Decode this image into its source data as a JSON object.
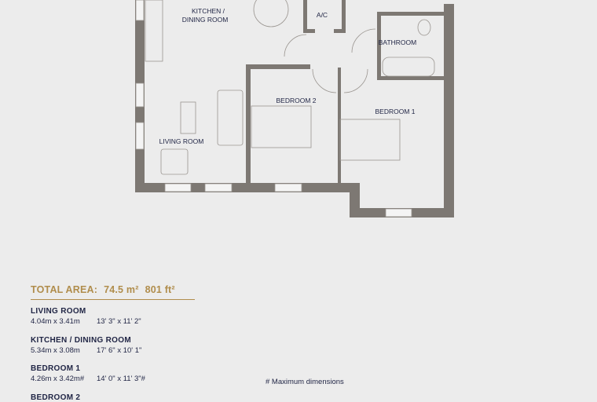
{
  "plan": {
    "labels": {
      "kitchen_1": "KITCHEN /",
      "kitchen_2": "DINING ROOM",
      "ac": "A/C",
      "bathroom": "BATHROOM",
      "bedroom2": "BEDROOM 2",
      "bedroom1": "BEDROOM 1",
      "living": "LIVING ROOM"
    },
    "colors": {
      "wall": "#7d7873",
      "accent": "#b08d4c",
      "text": "#1f2444"
    }
  },
  "summary": {
    "total_label": "TOTAL AREA:",
    "total_m2": "74.5 m²",
    "total_ft2": "801 ft²",
    "rooms": [
      {
        "name": "LIVING ROOM",
        "metric": "4.04m x 3.41m",
        "imperial": "13' 3\" x 11' 2\""
      },
      {
        "name": "KITCHEN / DINING ROOM",
        "metric": "5.34m x 3.08m",
        "imperial": "17' 6\" x 10' 1\""
      },
      {
        "name": "BEDROOM 1",
        "metric": "4.26m x 3.42m#",
        "imperial": "14' 0\" x 11' 3\"#"
      },
      {
        "name": "BEDROOM 2"
      }
    ],
    "note": "# Maximum dimensions"
  }
}
